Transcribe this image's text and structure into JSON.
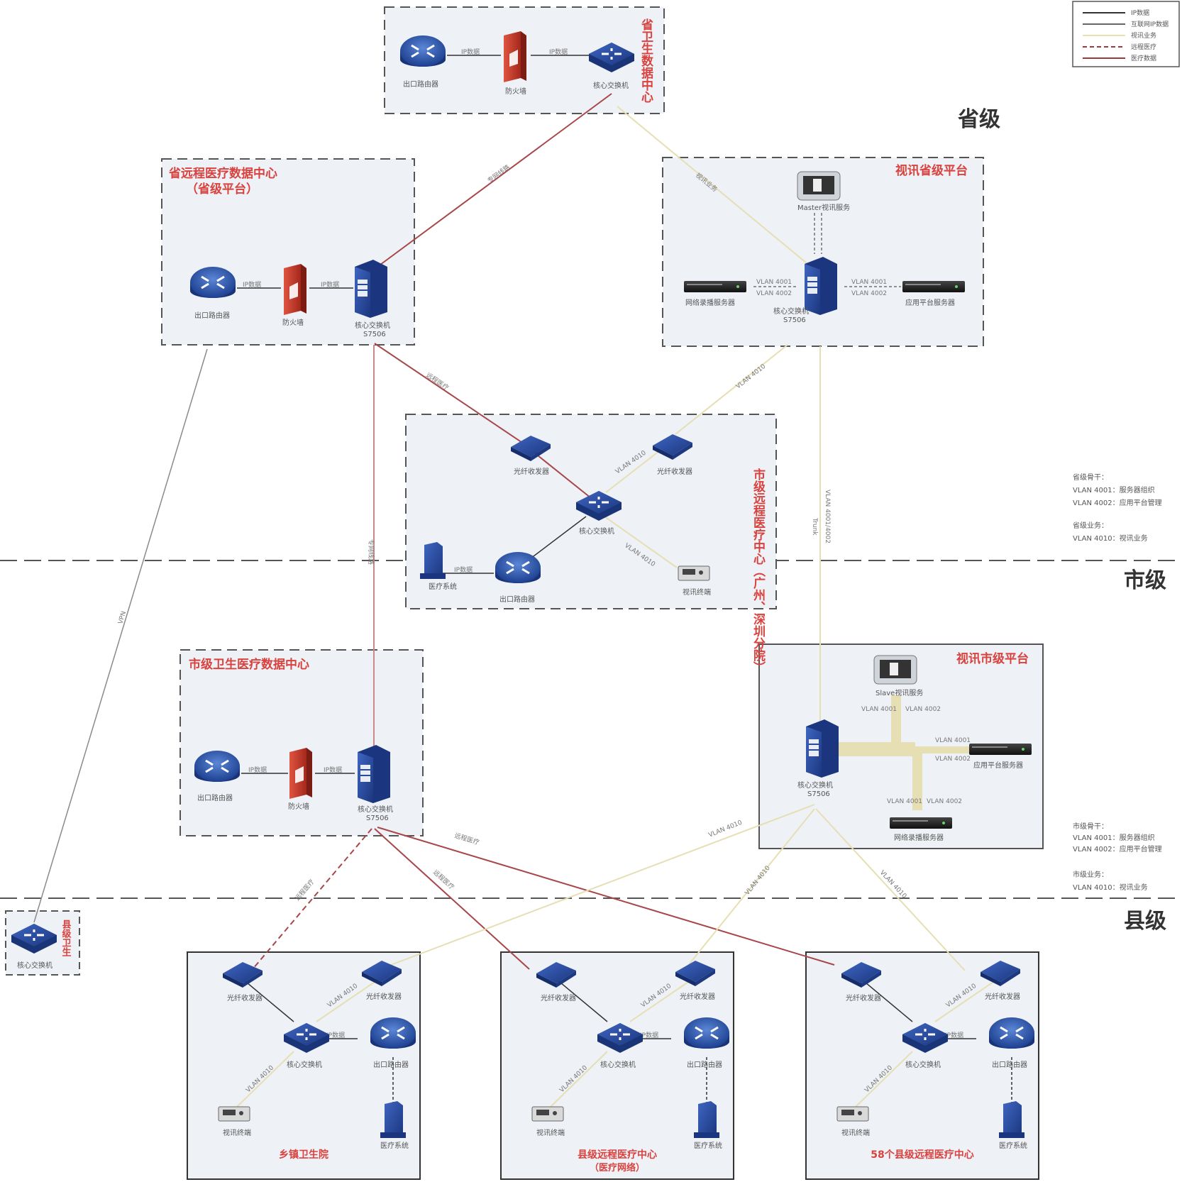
{
  "levels": {
    "province": "省级",
    "city": "市级",
    "county": "县级"
  },
  "zones": {
    "prov_health_dc": {
      "title": "省卫生数据中心",
      "router": "出口路由器",
      "firewall": "防火墙",
      "switch": "核心交换机"
    },
    "prov_remote_dc": {
      "title": "省远程医疗数据中心",
      "subtitle": "（省级平台）",
      "router": "出口路由器",
      "firewall": "防火墙",
      "switch": "核心交换机",
      "switch_model": "S7506"
    },
    "prov_video": {
      "title": "视讯省级平台",
      "mcu": "Master视讯服务",
      "left_server": "网络录播服务器",
      "right_server": "应用平台服务器",
      "switch": "核心交换机",
      "switch_model": "S7506"
    },
    "city_remote_center": {
      "title": "市级远程医疗中心（广州、深圳分院）",
      "transceiver_left": "光纤收发器",
      "transceiver_right": "光纤收发器",
      "switch": "核心交换机",
      "router": "出口路由器",
      "medical": "医疗系统",
      "terminal": "视讯终端"
    },
    "city_health_dc": {
      "title": "市级卫生医疗数据中心",
      "router": "出口路由器",
      "firewall": "防火墙",
      "switch": "核心交换机",
      "switch_model": "S7506"
    },
    "city_video": {
      "title": "视讯市级平台",
      "mcu": "Slave视讯服务",
      "switch": "核心交换机",
      "switch_model": "S7506",
      "app_server": "应用平台服务器",
      "rec_server": "网络录播服务器"
    },
    "county_health": {
      "title": "县级卫生",
      "switch": "核心交换机"
    }
  },
  "county_zones": [
    {
      "title": "乡镇卫生院",
      "subtitle": "",
      "t1": "光纤收发器",
      "t2": "光纤收发器",
      "switch": "核心交换机",
      "router": "出口路由器",
      "terminal": "视讯终端",
      "medical": "医疗系统"
    },
    {
      "title": "县级远程医疗中心",
      "subtitle": "（医疗网络）",
      "t1": "光纤收发器",
      "t2": "光纤收发器",
      "switch": "核心交换机",
      "router": "出口路由器",
      "terminal": "视讯终端",
      "medical": "医疗系统"
    },
    {
      "title": "58个县级远程医疗中心",
      "subtitle": "",
      "t1": "光纤收发器",
      "t2": "光纤收发器",
      "switch": "核心交换机",
      "router": "出口路由器",
      "terminal": "视讯终端",
      "medical": "医疗系统"
    }
  ],
  "link_labels": {
    "ip": "IP数据",
    "vlan_a": "VLAN 4001",
    "vlan_b": "VLAN 4002",
    "vlan_c": "VLAN 4010",
    "trunk": "Trunk",
    "trunk_vlans": "VLAN 4001/4002",
    "remote": "远程医疗",
    "video": "视讯业务",
    "special": "专网线路",
    "vpn": "VPN"
  },
  "notes": {
    "prov": [
      "省级骨干：",
      "VLAN 4001：服务器组织",
      "VLAN 4002：应用平台管理",
      "省级业务：",
      "VLAN 4010：视讯业务"
    ],
    "city": [
      "市级骨干：",
      "VLAN 4001：服务器组织",
      "VLAN 4002：应用平台管理",
      "市级业务：",
      "VLAN 4010：视讯业务"
    ]
  },
  "legend": {
    "items": [
      {
        "label": "IP数据",
        "color": "#333333",
        "dash": ""
      },
      {
        "label": "互联网IP数据",
        "color": "#666666",
        "dash": ""
      },
      {
        "label": "视讯业务",
        "color": "#e8e0b0",
        "dash": ""
      },
      {
        "label": "远程医疗",
        "color": "#a03a3a",
        "dash": "6,4"
      },
      {
        "label": "医疗数据",
        "color": "#a03a3a",
        "dash": ""
      }
    ]
  },
  "colors": {
    "zone_fill": "#eef1f6",
    "zone_border": "#555555",
    "red_link": "#a8474a",
    "video_link": "#e6dfb4",
    "gray_link": "#8a8a8a",
    "device_blue": "#2a4a9a",
    "title_red": "#d9423e"
  }
}
